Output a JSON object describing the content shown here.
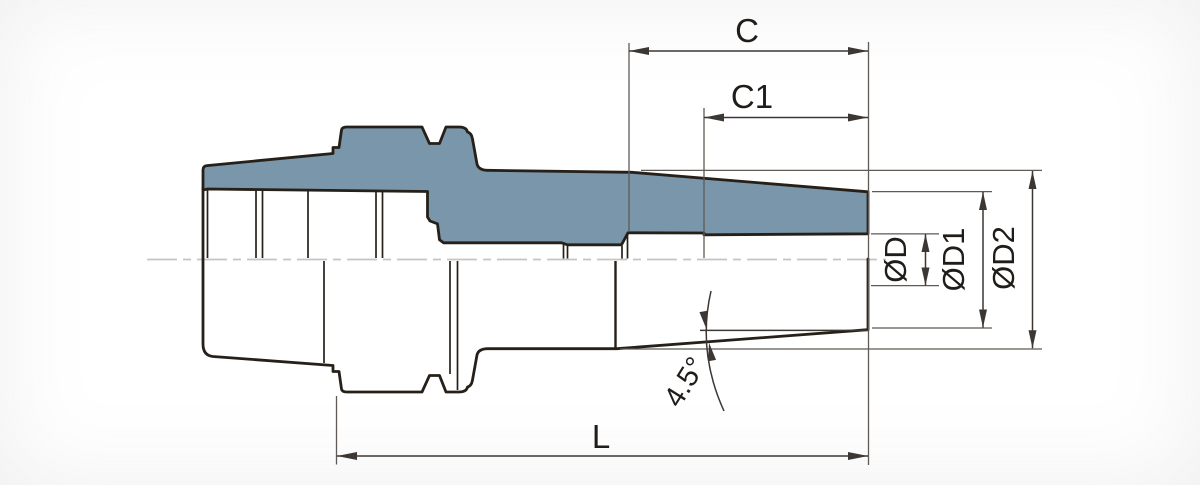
{
  "drawing": {
    "title": "tool-holder-dimension-drawing",
    "labels": {
      "c": "C",
      "c1": "C1",
      "l": "L",
      "d": "ØD",
      "d1": "ØD1",
      "d2": "ØD2",
      "angle": "4.5°"
    },
    "colors": {
      "section_fill": "#7996ab",
      "outline": "#262019",
      "dimension": "#3c3733",
      "extension": "#5f5a55",
      "centerline": "#c6c3c1",
      "label": "#1f1c19",
      "background": "#ffffff"
    }
  }
}
